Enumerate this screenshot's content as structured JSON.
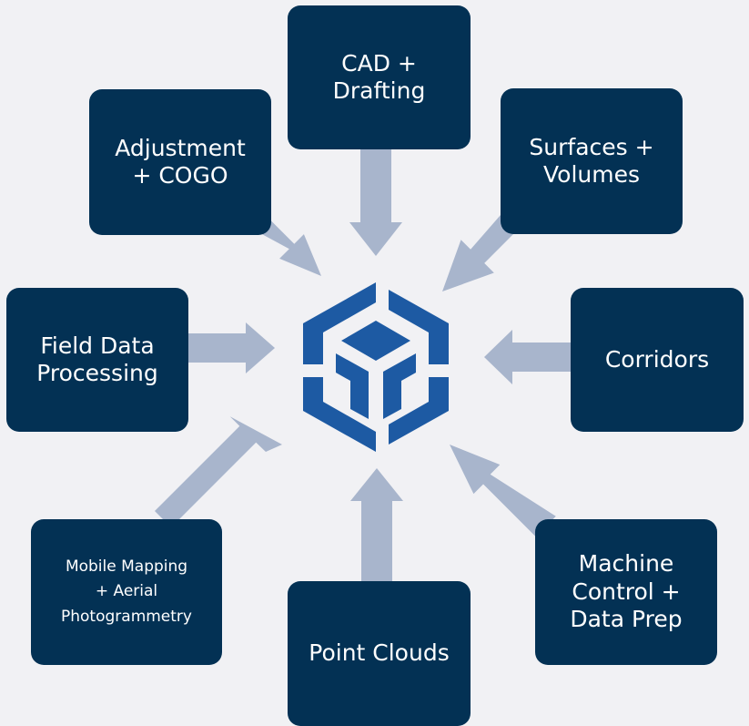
{
  "diagram": {
    "hub": {
      "icon": "hexagon-logo-icon",
      "color": "#1d5aa3"
    },
    "node_color": "#033154",
    "arrow_color": "#a8b5cc",
    "background": "#f1f1f4",
    "nodes": [
      {
        "id": "cad-drafting",
        "label": "CAD +\nDrafting"
      },
      {
        "id": "adjustment-cogo",
        "label": "Adjustment\n+ COGO"
      },
      {
        "id": "surfaces-volumes",
        "label": "Surfaces +\nVolumes"
      },
      {
        "id": "field-data-processing",
        "label": "Field Data\nProcessing"
      },
      {
        "id": "corridors",
        "label": "Corridors"
      },
      {
        "id": "mobile-mapping",
        "label": "Mobile Mapping\n+ Aerial\nPhotogrammetry"
      },
      {
        "id": "point-clouds",
        "label": "Point Clouds"
      },
      {
        "id": "machine-control",
        "label": "Machine\nControl +\nData Prep"
      }
    ]
  }
}
